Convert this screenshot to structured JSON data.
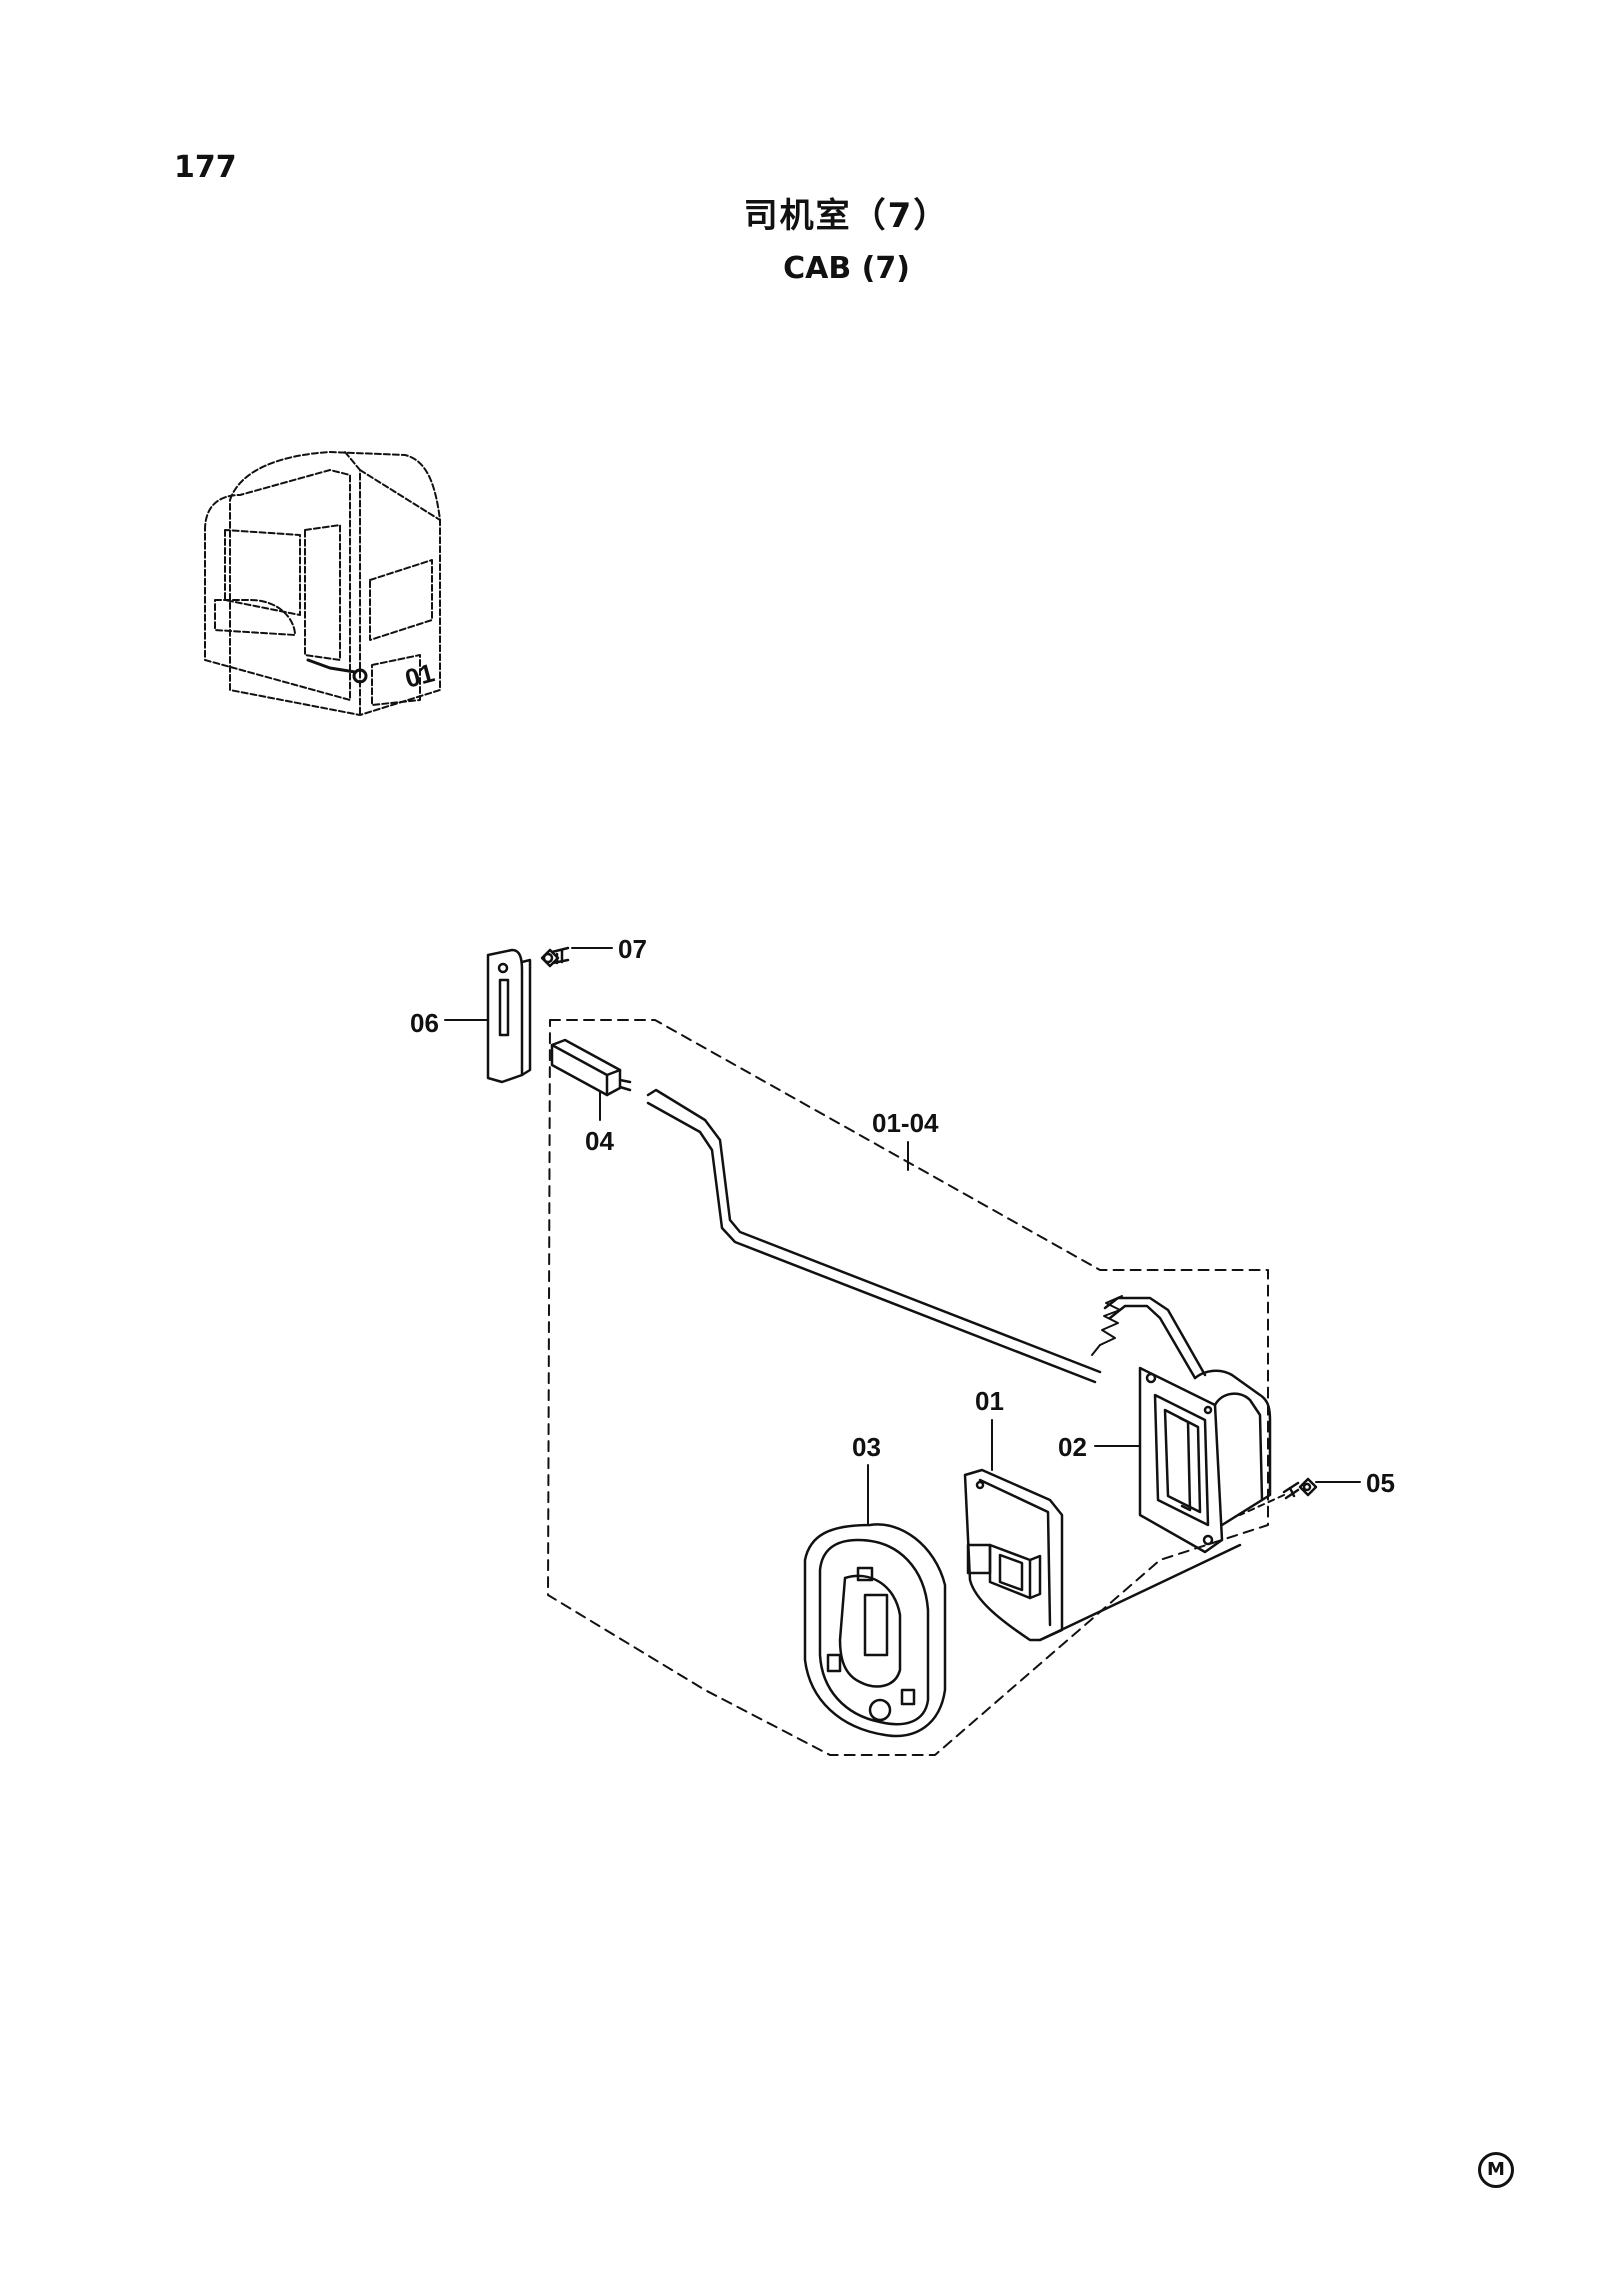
{
  "page": {
    "number": "177"
  },
  "title": {
    "chinese": "司机室（7）",
    "english": "CAB (7)"
  },
  "footer": {
    "mark": "M"
  },
  "callouts": {
    "c01": "01",
    "c02": "02",
    "c03": "03",
    "c04": "04",
    "c05": "05",
    "c06": "06",
    "c07": "07",
    "c0104": "01-04",
    "cab": "01"
  }
}
